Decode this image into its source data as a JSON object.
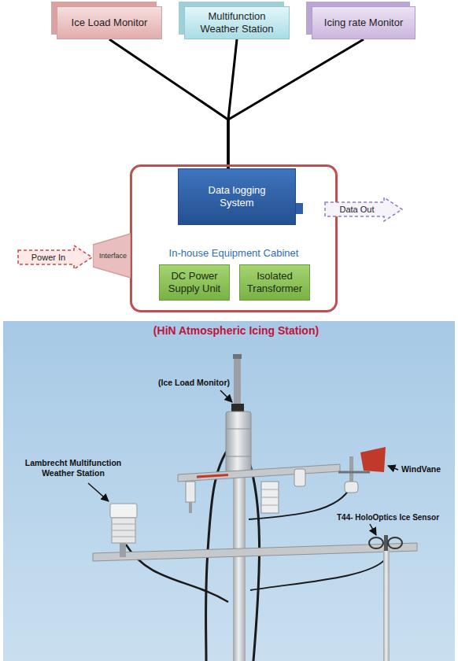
{
  "diagram": {
    "title": "(HiN Atmospheric Icing Station)",
    "nodes": [
      {
        "text": [
          "Ice Load Monitor"
        ]
      },
      {
        "text": [
          "Multifunction Weather Station"
        ]
      },
      {
        "text": [
          "Icing rate Monitor"
        ]
      },
      {
        "text": [
          "In-house Equipment Cabinet"
        ]
      },
      {
        "text": [
          "Data logging System"
        ],
        "in": 3
      },
      {
        "text": [
          "DC Power Supply Unit"
        ],
        "in": 3
      },
      {
        "text": [
          "Isolated Transformer"
        ],
        "in": 3
      },
      {
        "text": [
          "Interface"
        ]
      },
      {
        "text": [
          "Power In"
        ]
      },
      {
        "text": [
          "Data Out"
        ]
      }
    ],
    "edges": [
      {
        "from": 0,
        "to": 4,
        "arrow": "none"
      },
      {
        "from": 1,
        "to": 4,
        "arrow": "none"
      },
      {
        "from": 2,
        "to": 4,
        "arrow": "none"
      }
    ],
    "labels": [
      "(Ice Load Monitor)",
      "WindVane",
      "Lambrecht Multifunction Weather Station",
      "T44- HoloOptics Ice Sensor"
    ]
  }
}
